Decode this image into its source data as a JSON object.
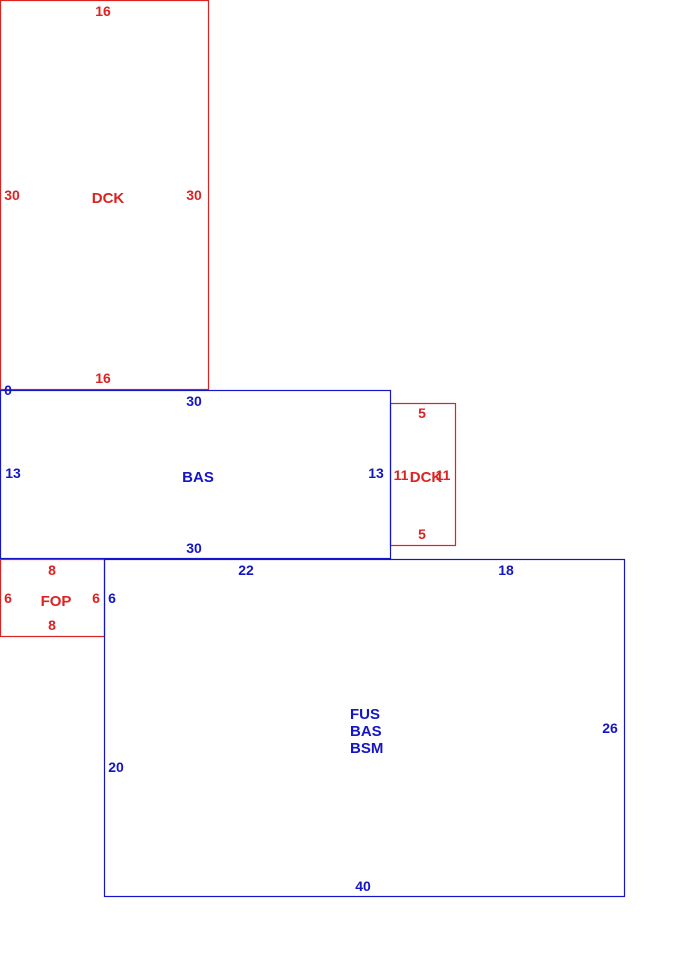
{
  "colors": {
    "red": "#dd2222",
    "blue": "#1515c8"
  },
  "dck_top": {
    "label": "DCK",
    "top": "16",
    "bottom": "16",
    "left": "30",
    "right": "30"
  },
  "origin": "0",
  "bas": {
    "label": "BAS",
    "top": "30",
    "bottom": "30",
    "left": "13",
    "right": "13"
  },
  "dck_right": {
    "label": "DCK",
    "top": "5",
    "bottom": "5",
    "left": "11",
    "right": "11"
  },
  "fop": {
    "label": "FOP",
    "top": "8",
    "bottom": "8",
    "left": "6",
    "right": "6"
  },
  "main": {
    "label_line1": "FUS",
    "label_line2": "BAS",
    "label_line3": "BSM",
    "top_left": "22",
    "top_right": "18",
    "left_upper": "6",
    "left_lower": "20",
    "right": "26",
    "bottom": "40"
  }
}
